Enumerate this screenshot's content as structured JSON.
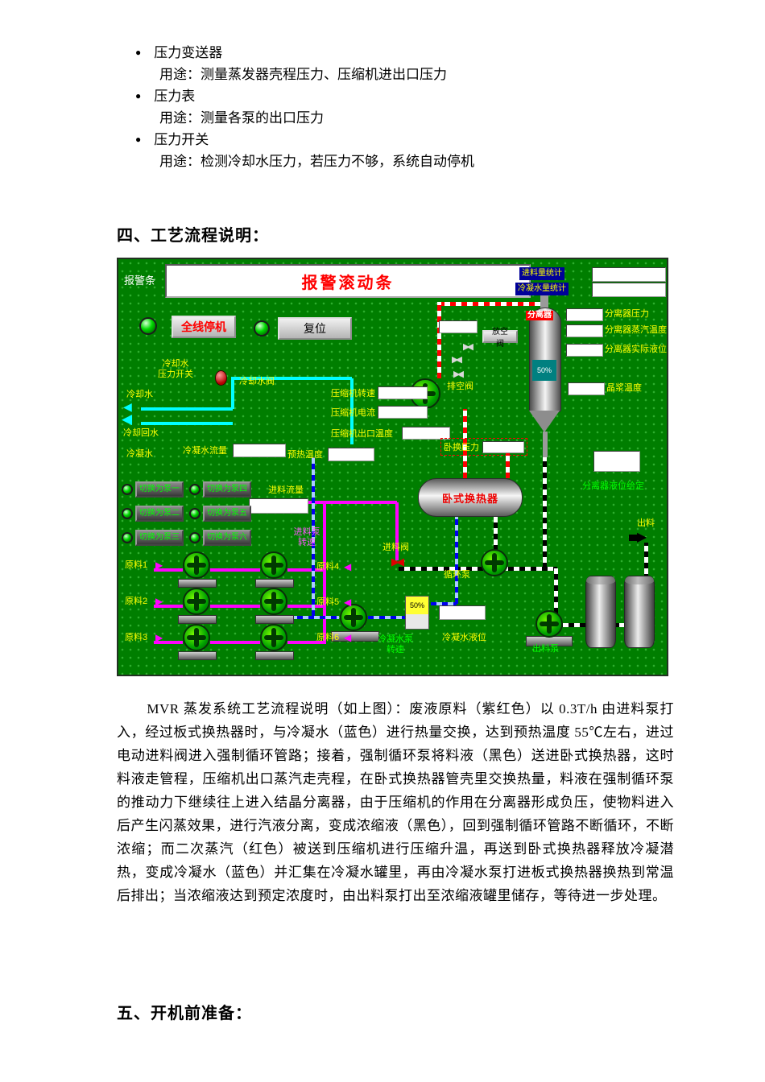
{
  "document": {
    "bullets": [
      {
        "title": "压力变送器",
        "desc": "用途：测量蒸发器壳程压力、压缩机进出口压力"
      },
      {
        "title": "压力表",
        "desc": "用途：测量各泵的出口压力"
      },
      {
        "title": "压力开关",
        "desc": "用途：检测冷却水压力，若压力不够，系统自动停机"
      }
    ],
    "section4_title": "四、工艺流程说明：",
    "body_paragraph": "MVR 蒸发系统工艺流程说明（如上图）：废液原料（紫红色）以 0.3T/h 由进料泵打入，经过板式换热器时，与冷凝水（蓝色）进行热量交换，达到预热温度 55℃左右，进过电动进料阀进入强制循环管路；接着，强制循环泵将料液（黑色）送进卧式换热器，这时料液走管程，压缩机出口蒸汽走壳程，在卧式换热器管壳里交换热量，料液在强制循环泵的推动力下继续往上进入结晶分离器，由于压缩机的作用在分离器形成负压，使物料进入后产生闪蒸效果，进行汽液分离，变成浓缩液（黑色），回到强制循环管路不断循环，不断浓缩；而二次蒸汽（红色）被送到压缩机进行压缩升温，再送到卧式换热器释放冷凝潜热，变成冷凝水（蓝色）并汇集在冷凝水罐里，再由冷凝水泵打进板式换热器换热到常温后排出；当浓缩液达到预定浓度时，由出料泵打出至浓缩液罐里储存，等待进一步处理。",
    "section5_title": "五、开机前准备："
  },
  "scada": {
    "alarm_label": "报警条",
    "alarm_banner": "报警滚动条",
    "stats": [
      {
        "label": "进料量统计"
      },
      {
        "label": "冷凝水量统计"
      }
    ],
    "right_readouts": [
      "分离器压力",
      "分离器蒸汽温度",
      "分离器实际液位"
    ],
    "slurry_temp_label": "晶浆温度",
    "separator_label": "分离器",
    "separator_level": "50%",
    "level_setpoint_label": "分离器液位给定",
    "discharge_label": "出料",
    "stop_all_button": "全线停机",
    "reset_button": "复位",
    "cooling_pressure_switch": "冷却水\n压力开关",
    "cooling_valve_label": "冷却水阀",
    "cooling_water_label": "冷却水",
    "cooling_return_label": "冷却回水",
    "condensate_label": "冷凝水",
    "condensate_flow_label": "冷凝水流量",
    "preheat_temp_label": "预热温度",
    "compressor_speed_label": "压缩机转速",
    "compressor_current_label": "压缩机电流",
    "compressor_outlet_temp_label": "压缩机出口温度",
    "vent_valve_label": "放空阀",
    "exhaust_valve_label": "排空阀",
    "hx_pressure_label": "卧换压力",
    "hx_label": "卧式换热器",
    "feed_flow_label": "进料流量",
    "feed_pump_speed_label": "进料泵\n转速",
    "feed_valve_label": "进料阀",
    "circulation_pump_label": "循环泵",
    "pump_switches_left": [
      "切换为泵一",
      "切换为泵二",
      "切换为泵三"
    ],
    "pump_switches_right": [
      "切换为泵四",
      "切换为泵五",
      "切换为泵六"
    ],
    "materials_left": [
      "原料1",
      "原料2",
      "原料3"
    ],
    "materials_right": [
      "原料4",
      "原料5",
      "原料6"
    ],
    "condensate_pump_speed_label": "冷凝水泵\n转速",
    "condensate_tank_level": "50%",
    "condensate_level_label": "冷凝水液位",
    "discharge_pump_label": "出料泵"
  }
}
